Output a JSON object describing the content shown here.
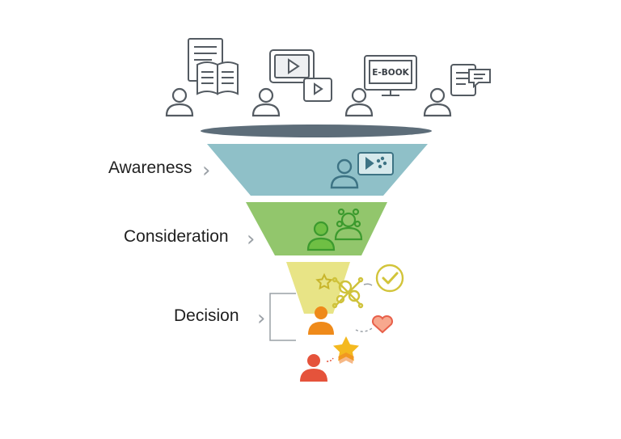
{
  "stages": [
    {
      "label": "Awareness",
      "color": "#8fc0c8"
    },
    {
      "label": "Consideration",
      "color": "#92c66c"
    },
    {
      "label": "Decision",
      "color": "#e8e486"
    }
  ],
  "top_content": {
    "ebook_label": "E-BOOK",
    "icons": [
      "open-book-icon",
      "video-player-icon",
      "ebook-monitor-icon",
      "tablet-chat-icon"
    ]
  },
  "colors": {
    "outline": "#545b62",
    "funnel_rim": "#5d6d79",
    "awareness_person": "#3d7384",
    "consideration_person": "#3c9a2e",
    "decision_person": "#ef8a1a",
    "final_person": "#e5533b",
    "star": "#f4b91f",
    "heart": "#e8604a",
    "check": "#d2c43a"
  }
}
